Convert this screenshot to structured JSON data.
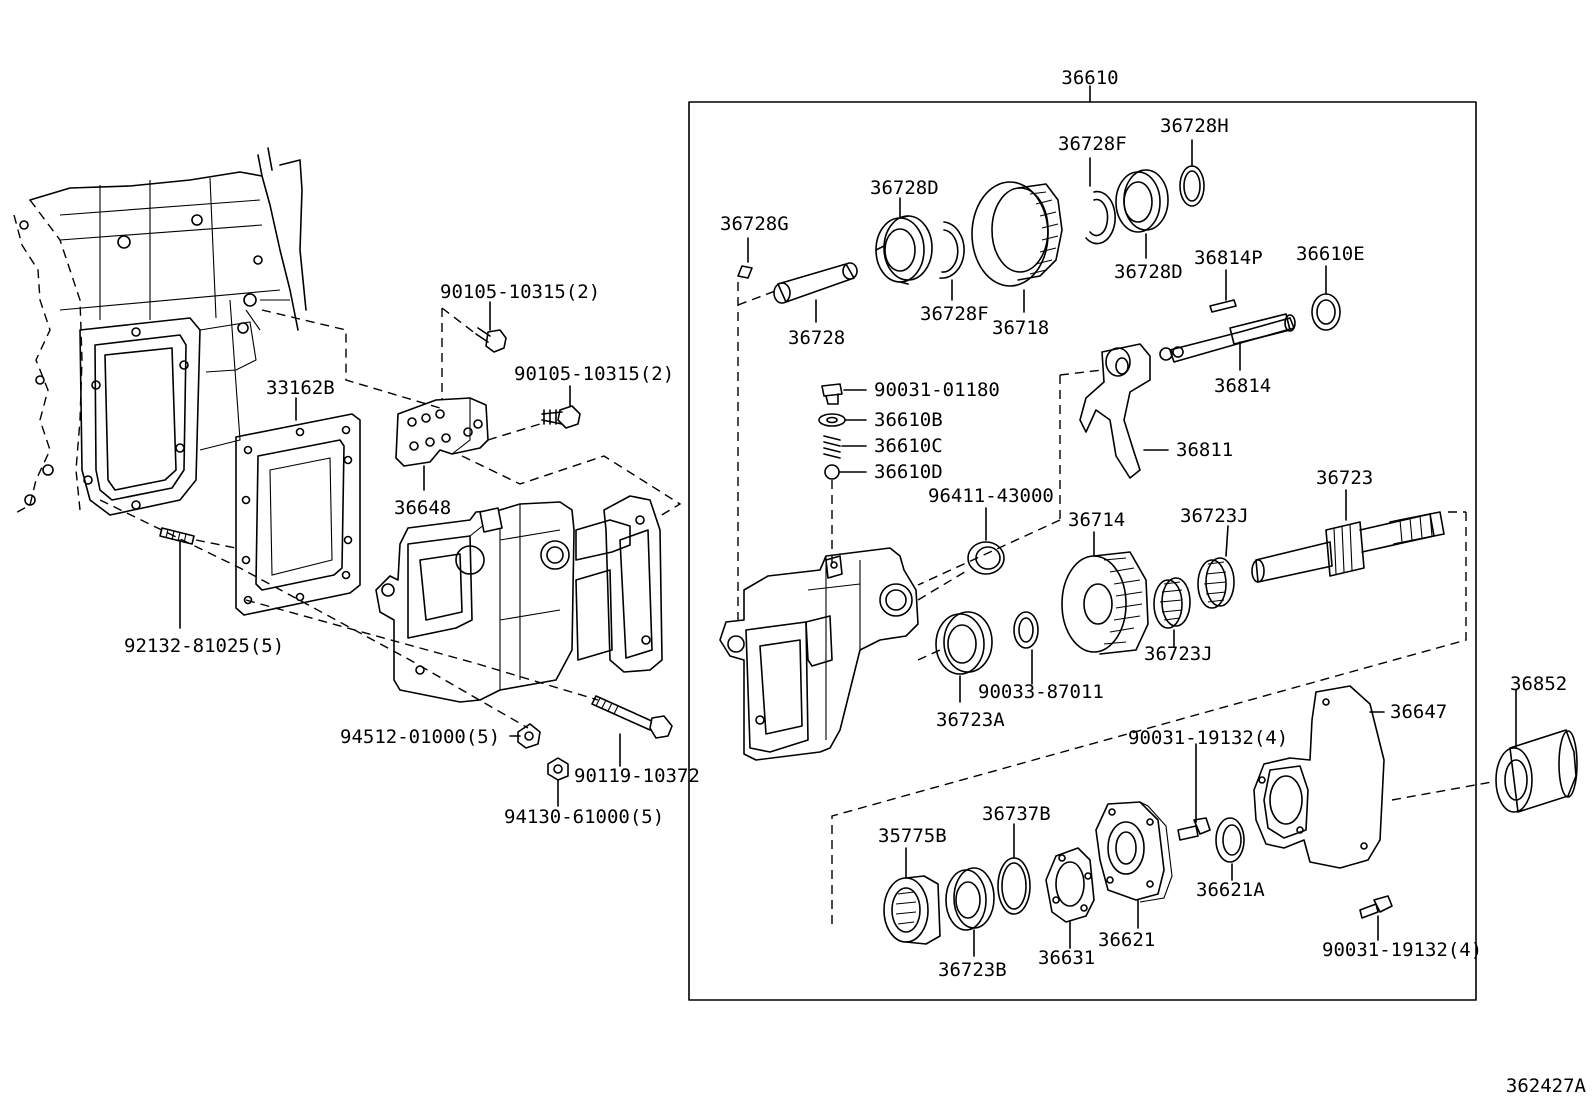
{
  "diagram_id": "362427A",
  "assembly_label": "36610",
  "labels": {
    "p90105a": "90105-10315(2)",
    "p90105b": "90105-10315(2)",
    "p33162b": "33162B",
    "p36648": "36648",
    "p92132": "92132-81025(5)",
    "p94512": "94512-01000(5)",
    "p90119": "90119-10372",
    "p94130": "94130-61000(5)",
    "p36728g": "36728G",
    "p36728": "36728",
    "p36728d_a": "36728D",
    "p36728f_a": "36728F",
    "p36718": "36718",
    "p36728f_b": "36728F",
    "p36728h": "36728H",
    "p36728d_b": "36728D",
    "p36814p": "36814P",
    "p36610e": "36610E",
    "p36814": "36814",
    "p36811": "36811",
    "p90031_01180": "90031-01180",
    "p36610b": "36610B",
    "p36610c": "36610C",
    "p36610d": "36610D",
    "p96411": "96411-43000",
    "p36714": "36714",
    "p36723j_a": "36723J",
    "p36723": "36723",
    "p36723j_b": "36723J",
    "p90033": "90033-87011",
    "p36723a": "36723A",
    "p36852": "36852",
    "p36647": "36647",
    "p90031_19132a": "90031-19132(4)",
    "p36737b": "36737B",
    "p35775b": "35775B",
    "p36621a": "36621A",
    "p36723b": "36723B",
    "p36631": "36631",
    "p36621": "36621",
    "p90031_19132b": "90031-19132(4)"
  }
}
